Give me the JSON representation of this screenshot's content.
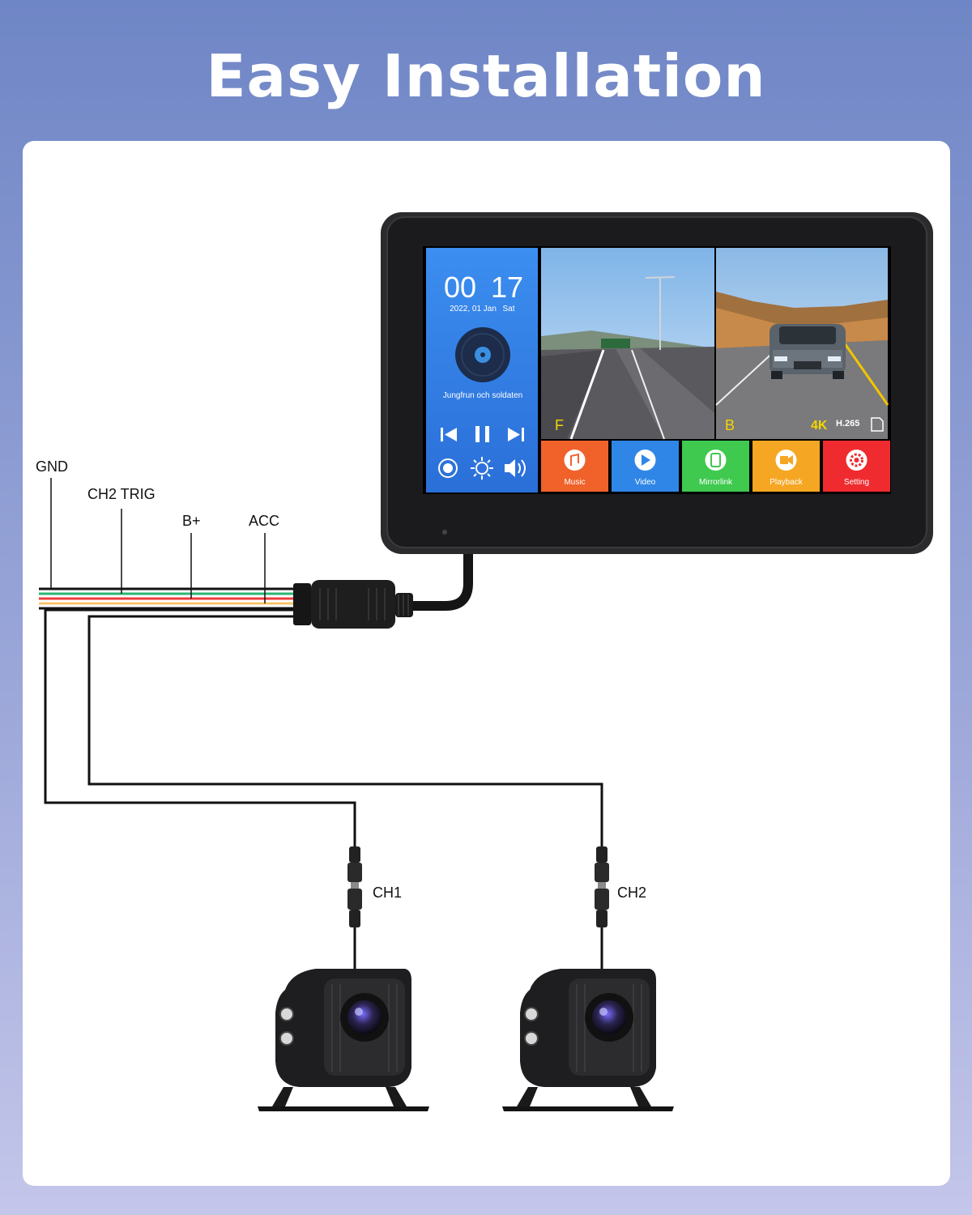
{
  "header": {
    "title": "Easy Installation"
  },
  "wires": {
    "gnd": "GND",
    "ch2_trig": "CH2 TRIG",
    "b_plus": "B+",
    "acc": "ACC"
  },
  "cameras": {
    "ch1": "CH1",
    "ch2": "CH2"
  },
  "screen": {
    "time_hour": "00",
    "time_min": "17",
    "date": "2022, 01 Jan",
    "weekday": "Sat",
    "song": "Jungfrun och soldaten",
    "front_label": "F",
    "back_label": "B",
    "resolution": "4K",
    "codec": "H.265",
    "apps": [
      {
        "label": "Music",
        "color": "#f0622a",
        "icon": "music-note-icon"
      },
      {
        "label": "Video",
        "color": "#2f86e6",
        "icon": "play-icon"
      },
      {
        "label": "Mirrorlink",
        "color": "#3fc94f",
        "icon": "phone-icon"
      },
      {
        "label": "Playback",
        "color": "#f5a623",
        "icon": "camera-icon"
      },
      {
        "label": "Setting",
        "color": "#ef2b2f",
        "icon": "gear-icon"
      }
    ]
  },
  "colors": {
    "wire_gnd": "#111111",
    "wire_ch2": "#2bb673",
    "wire_bplus": "#ef3b3b",
    "wire_acc": "#f7c46b"
  }
}
